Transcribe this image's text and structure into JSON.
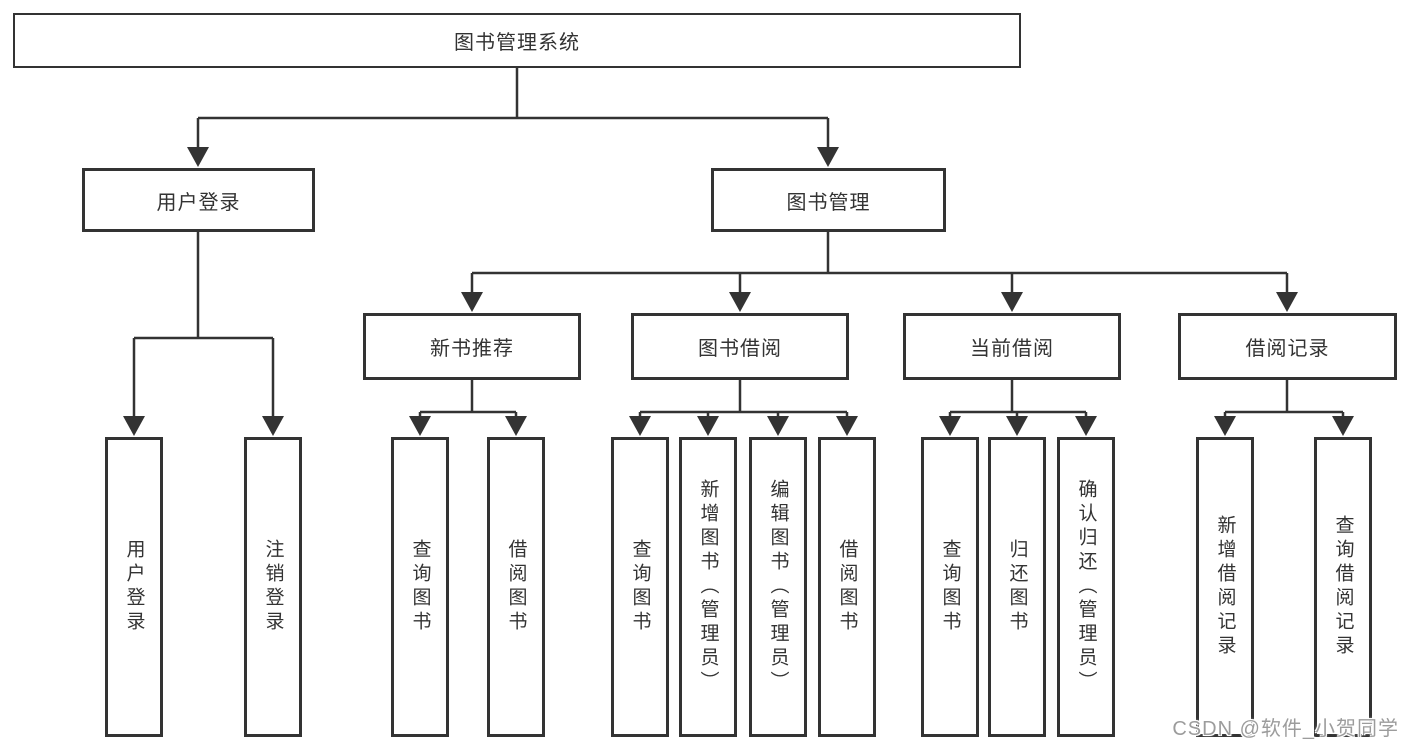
{
  "diagram": {
    "root_label": "图书管理系统",
    "branches": [
      {
        "label": "用户登录",
        "leaves": [
          "用户登录",
          "注销登录"
        ]
      },
      {
        "label": "图书管理",
        "sections": [
          {
            "label": "新书推荐",
            "leaves": [
              "查询图书",
              "借阅图书"
            ]
          },
          {
            "label": "图书借阅",
            "leaves": [
              "查询图书",
              "新增图书（管理员）",
              "编辑图书（管理员）",
              "借阅图书"
            ]
          },
          {
            "label": "当前借阅",
            "leaves": [
              "查询图书",
              "归还图书",
              "确认归还（管理员）"
            ]
          },
          {
            "label": "借阅记录",
            "leaves": [
              "新增借阅记录",
              "查询借阅记录"
            ]
          }
        ]
      }
    ]
  },
  "watermark": {
    "text": "CSDN @软件_小贺同学"
  },
  "colors": {
    "line": "#333333",
    "box_border": "#333333",
    "text": "#333333",
    "watermark": "#9c9c9c",
    "background": "#ffffff"
  }
}
